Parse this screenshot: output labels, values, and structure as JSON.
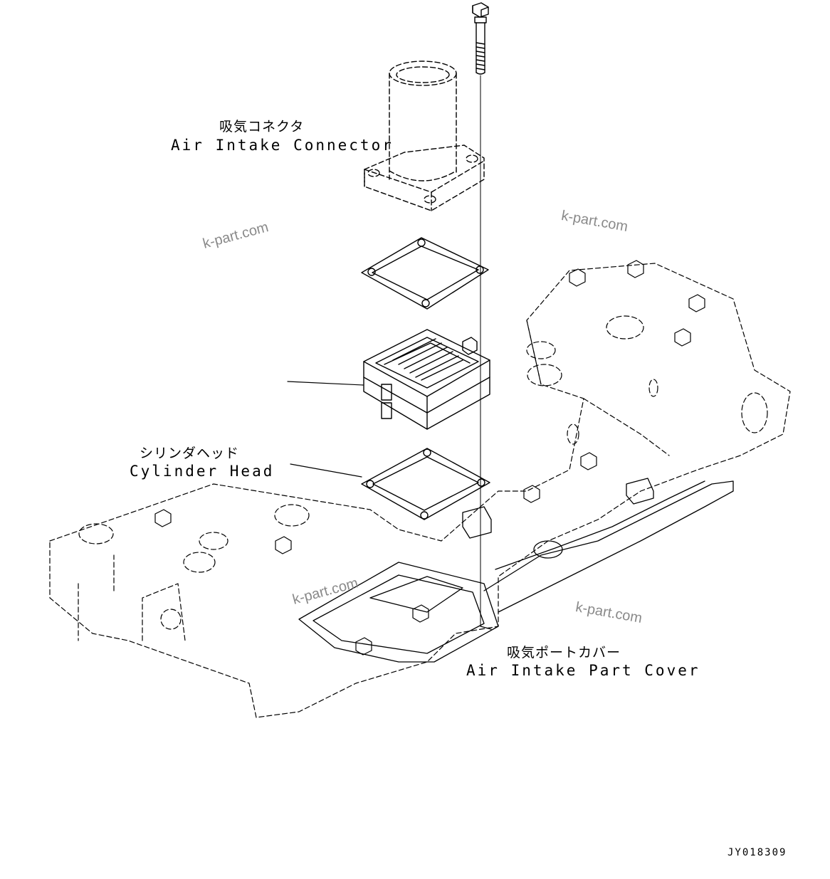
{
  "labels": {
    "air_intake_connector_jp": "吸気コネクタ",
    "air_intake_connector_en": "Air Intake Connector",
    "cylinder_head_jp": "シリンダヘッド",
    "cylinder_head_en": "Cylinder Head",
    "air_intake_cover_jp": "吸気ポートカバー",
    "air_intake_cover_en": "Air Intake Part Cover"
  },
  "watermarks": [
    "k-part.com",
    "k-part.com",
    "k-part.com",
    "k-part.com"
  ],
  "drawing_code": "JY018309"
}
